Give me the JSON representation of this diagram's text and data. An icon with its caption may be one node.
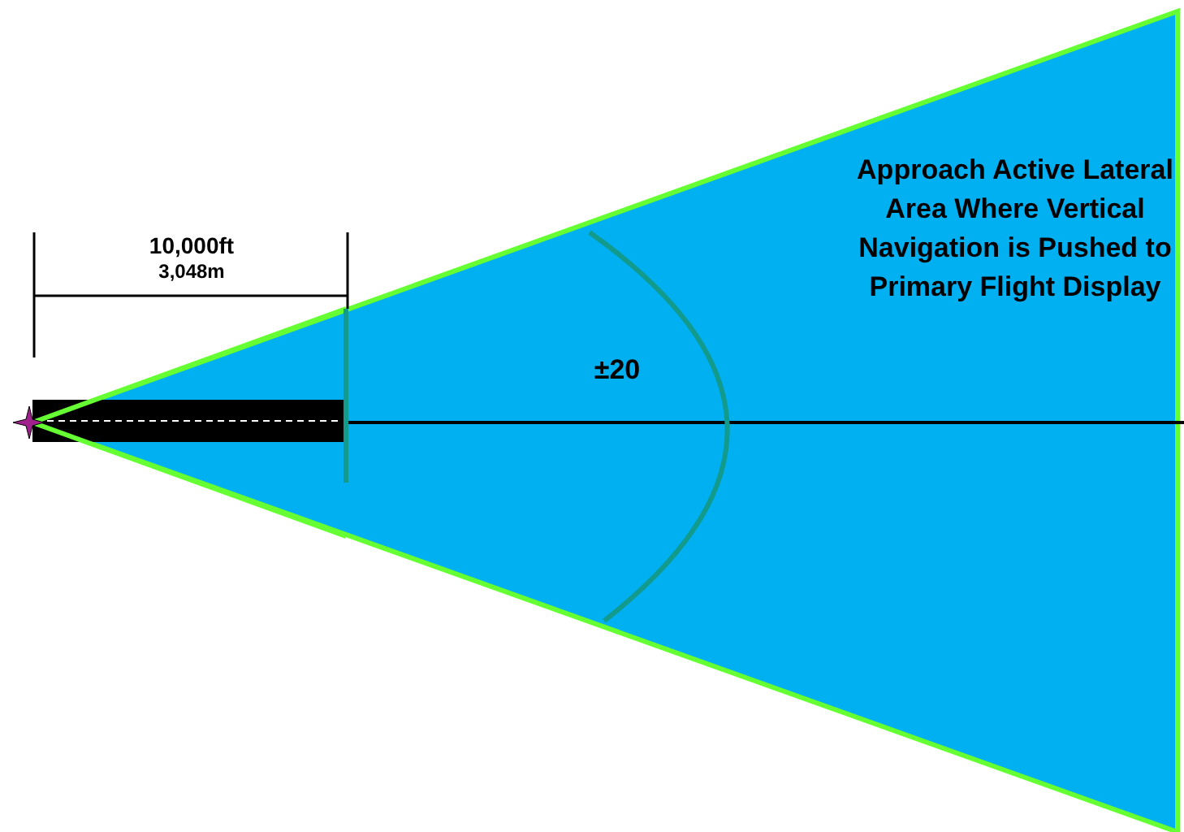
{
  "diagram": {
    "nodes": [
      {
        "text": [
          "Approach Active Lateral Area Where Vertical Navigation is Pushed to Primary Flight Display"
        ]
      }
    ],
    "labels": [
      "10,000ft",
      "3,048m",
      "±20"
    ]
  }
}
